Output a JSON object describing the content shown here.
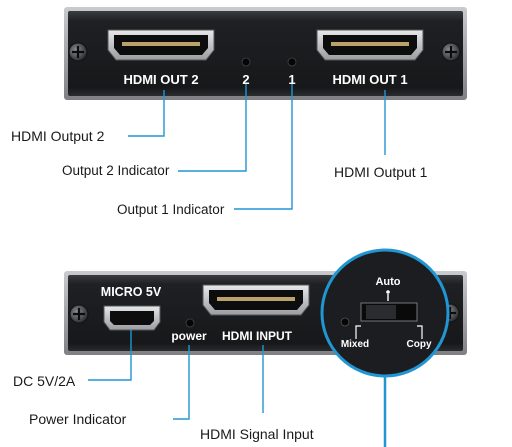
{
  "panels": {
    "output": {
      "port_left": "HDMI OUT 2",
      "port_right": "HDMI OUT 1",
      "indicator_2": "2",
      "indicator_1": "1"
    },
    "input": {
      "micro_label": "MICRO 5V",
      "power_label": "power",
      "hdmi_label": "HDMI INPUT",
      "switch_auto": "Auto",
      "switch_mixed": "Mixed",
      "switch_copy": "Copy"
    }
  },
  "callouts": {
    "hdmi_output_2": "HDMI Output  2",
    "output_2_indicator": "Output 2 Indicator",
    "output_1_indicator": "Output 1 Indicator",
    "hdmi_output_1": "HDMI Output 1",
    "dc_power": "DC 5V/2A",
    "power_indicator": "Power Indicator",
    "hdmi_signal_input": "HDMI Signal Input"
  },
  "colors": {
    "panel": "#1e1f22",
    "panel_edge": "#8a8c8f",
    "leader": "#2196d3",
    "callout_text": "#1a1a1a"
  },
  "icons": [
    "screw-icon",
    "hdmi-port-icon",
    "micro-usb-port-icon",
    "led-indicator-icon",
    "mode-switch-icon",
    "magnifier-circle-icon"
  ]
}
